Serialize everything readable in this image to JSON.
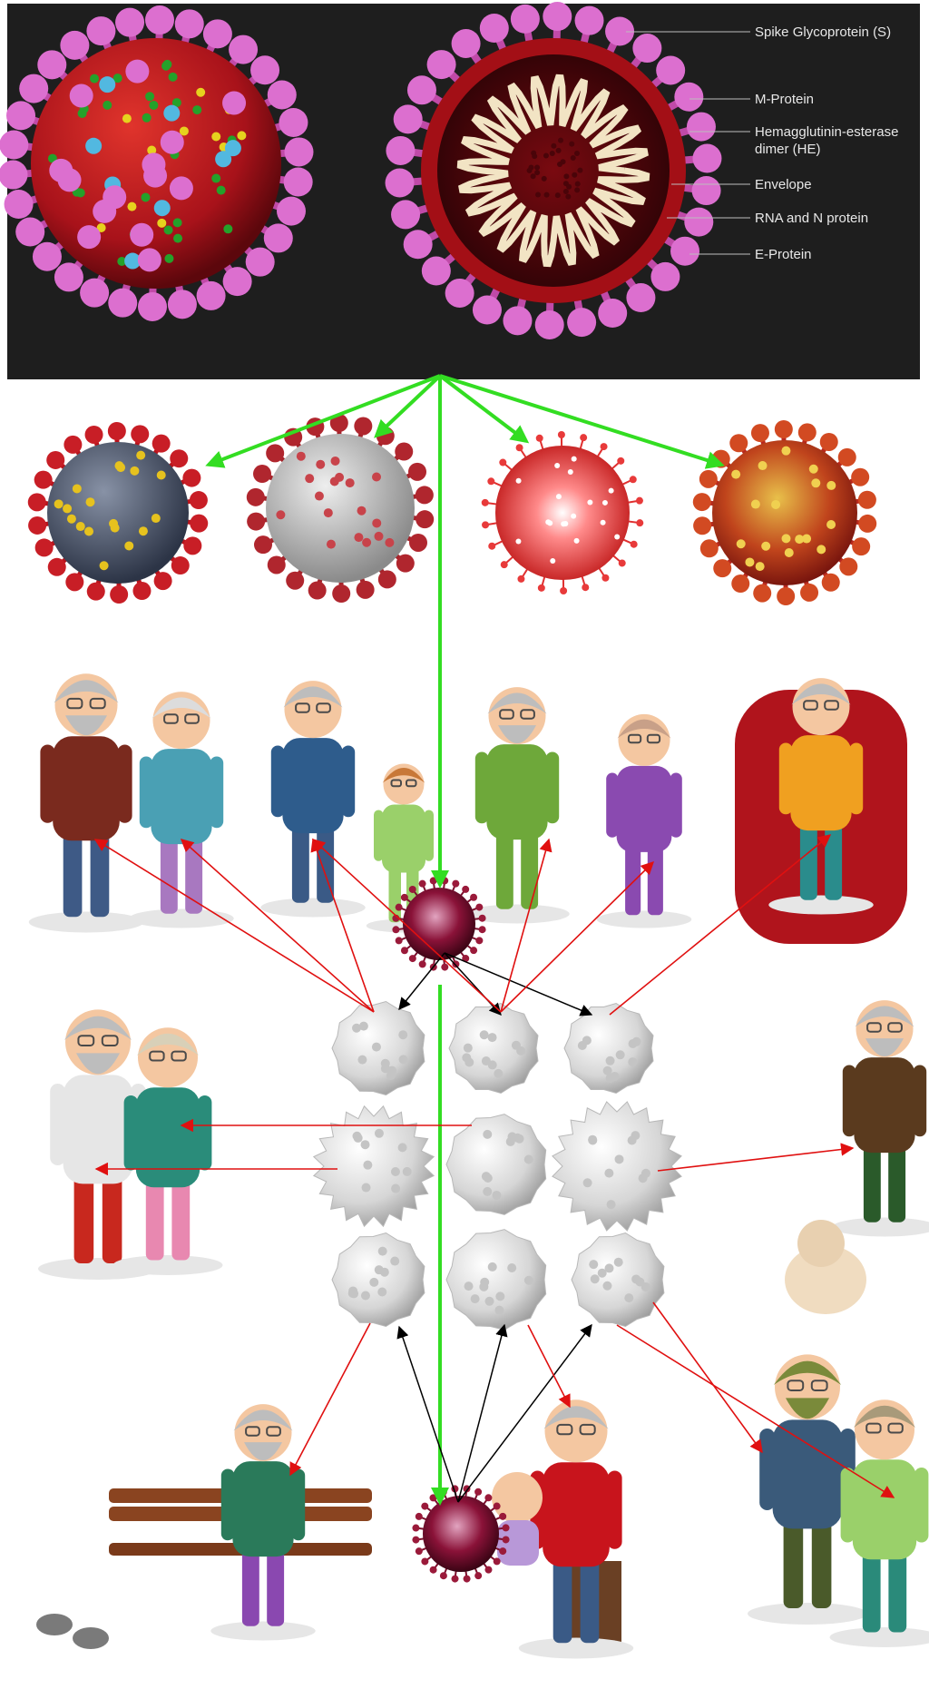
{
  "virus_diagram": {
    "labels": [
      "Spike Glycoprotein (S)",
      "M-Protein",
      "Hemagglutinin-esterase",
      "dimer (HE)",
      "Envelope",
      "RNA and N protein",
      "E-Protein"
    ]
  },
  "colors": {
    "panel_background": "#1e1e1e",
    "virion_red": "#b3141b",
    "spike_pink": "#d65fc6",
    "spread_arrow": "#33dd22",
    "infection_arrow": "#e01010",
    "cell_link_arrow": "#000000",
    "immune_cell": "#e6e6e6"
  },
  "icons": {
    "virions": [
      "coronavirus-blue-icon",
      "coronavirus-grey-icon",
      "coronavirus-red-glow-icon",
      "coronavirus-orange-icon"
    ],
    "people": [
      "elderly-couple-with-cane-icon",
      "grandmother-with-cake-and-girl-icon",
      "elderly-joggers-icon",
      "grandmother-knitting-in-armchair-icon",
      "elderly-couple-in-summer-clothes-icon",
      "old-man-walking-dog-icon",
      "old-man-on-park-bench-icon",
      "grandmother-holding-baby-icon",
      "elderly-couple-with-camera-icon"
    ],
    "immune_cells": "lymphocyte-icon"
  }
}
